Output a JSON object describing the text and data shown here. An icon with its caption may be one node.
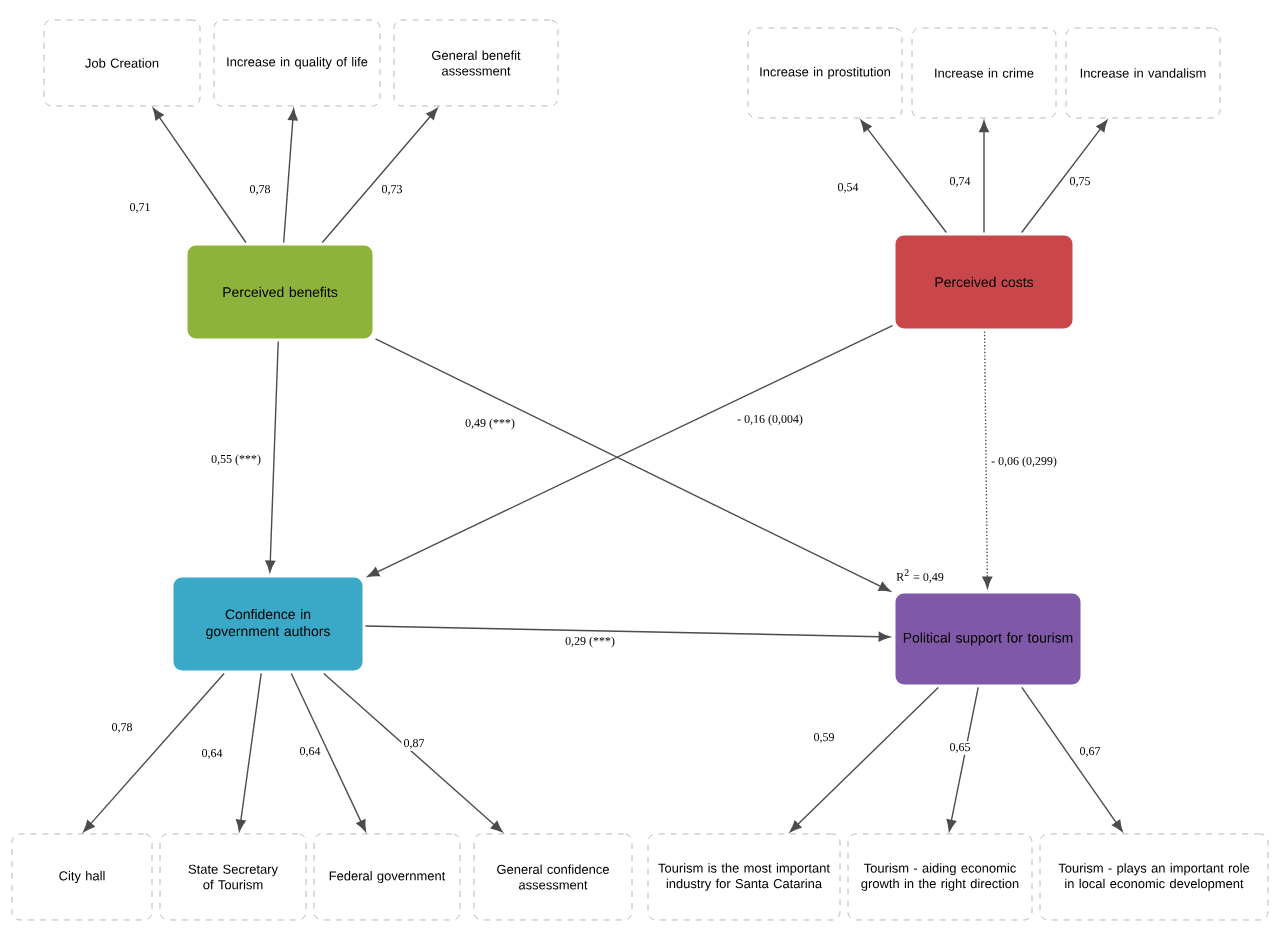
{
  "diagram": {
    "nodes": [
      {
        "text": [
          "Perceived benefits"
        ]
      },
      {
        "text": [
          "Job Creation"
        ]
      },
      {
        "text": [
          "Increase in quality of life"
        ]
      },
      {
        "text": [
          "General benefit assessment"
        ]
      },
      {
        "text": [
          "Perceived costs"
        ]
      },
      {
        "text": [
          "Increase in prostitution"
        ]
      },
      {
        "text": [
          "Increase in crime"
        ]
      },
      {
        "text": [
          "Increase in vandalism"
        ]
      },
      {
        "text": [
          "Confidence in government authors"
        ]
      },
      {
        "text": [
          "Political support for tourism"
        ],
        "beside": [
          "R$^{2}$ = 0,49"
        ]
      },
      {
        "text": [
          "City hall"
        ]
      },
      {
        "text": [
          "State Secretary of Tourism"
        ]
      },
      {
        "text": [
          "Federal government"
        ]
      },
      {
        "text": [
          "General confidence assessment"
        ]
      },
      {
        "text": [
          "Tourism is the most important industry for Santa Catarina"
        ]
      },
      {
        "text": [
          "Tourism - aiding economic growth in the right direction"
        ]
      },
      {
        "text": [
          "Tourism - plays an important role in local economic development"
        ]
      }
    ],
    "edges": [
      {
        "from": 0,
        "to": 1,
        "arrow": "to",
        "label": "0,71"
      },
      {
        "from": 0,
        "to": 2,
        "arrow": "to",
        "label": "0,78"
      },
      {
        "from": 0,
        "to": 3,
        "arrow": "to",
        "label": "0,73"
      },
      {
        "from": 4,
        "to": 5,
        "arrow": "to",
        "label": "0,54"
      },
      {
        "from": 4,
        "to": 6,
        "arrow": "to",
        "label": "0,74"
      },
      {
        "from": 4,
        "to": 7,
        "arrow": "to",
        "label": "0,75"
      },
      {
        "from": 0,
        "to": 8,
        "arrow": "to",
        "label": "0,55 (***)"
      },
      {
        "from": 0,
        "to": 9,
        "arrow": "to",
        "label": "0,49 (***)"
      },
      {
        "from": 4,
        "to": 8,
        "arrow": "to",
        "label": "- 0,16 (0,004)"
      },
      {
        "from": 4,
        "to": 9,
        "arrow": "to",
        "label": "- 0,06 (0,299)",
        "style": "dashed"
      },
      {
        "from": 8,
        "to": 9,
        "arrow": "to",
        "label": "0,29 (***)"
      },
      {
        "from": 8,
        "to": 10,
        "arrow": "to",
        "label": "0,78"
      },
      {
        "from": 8,
        "to": 11,
        "arrow": "to",
        "label": "0,64"
      },
      {
        "from": 8,
        "to": 12,
        "arrow": "to",
        "label": "0,64"
      },
      {
        "from": 8,
        "to": 13,
        "arrow": "to",
        "label": "0,87"
      },
      {
        "from": 9,
        "to": 14,
        "arrow": "to",
        "label": "0,59"
      },
      {
        "from": 9,
        "to": 15,
        "arrow": "to",
        "label": "0,65"
      },
      {
        "from": 9,
        "to": 16,
        "arrow": "to",
        "label": "0,67"
      }
    ]
  }
}
